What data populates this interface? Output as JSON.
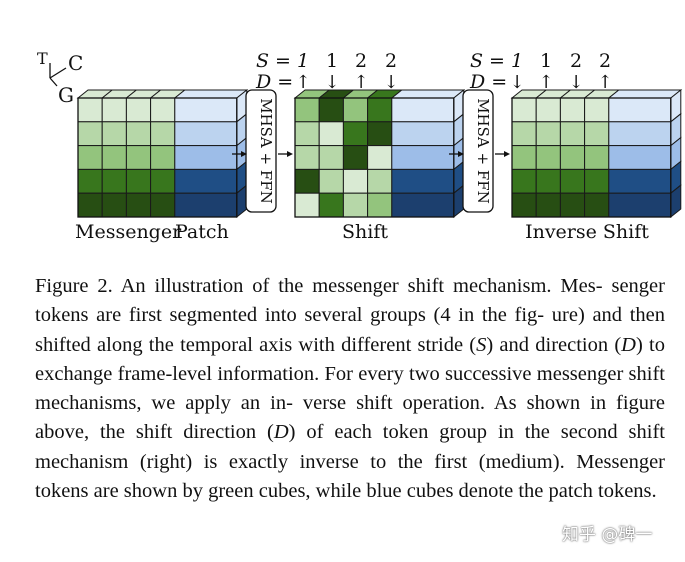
{
  "axes": {
    "t": "T",
    "c": "C",
    "g": "G"
  },
  "shift_row_1": {
    "s_label": "S = 1",
    "s2": "1",
    "s3": "2",
    "s4": "2",
    "d_label": "D =",
    "d1": "↑",
    "d2": "↓",
    "d3": "↑",
    "d4": "↓"
  },
  "shift_row_2": {
    "s_label": "S = 1",
    "s2": "1",
    "s3": "2",
    "s4": "2",
    "d_label": "D =",
    "d1": "↓",
    "d2": "↑",
    "d3": "↓",
    "d4": "↑"
  },
  "blocks": {
    "block1": "MHSA + FFN",
    "block2": "MHSA + FFN"
  },
  "labels": {
    "messenger": "Messenger",
    "patch": "Patch",
    "shift": "Shift",
    "inverse_shift": "Inverse Shift"
  },
  "colors": {
    "green_1": "#d9ead3",
    "green_2": "#b6d7a8",
    "green_3": "#93c47d",
    "green_4": "#38761d",
    "green_5": "#274e13",
    "blue_1": "#dbe8f8",
    "blue_2": "#bcd3ef",
    "blue_3": "#9dbde8",
    "blue_4": "#1f4e85",
    "blue_5": "#1c3f6e"
  },
  "caption": {
    "figure_label": "Figure 2.",
    "line_1": "An illustration of the messenger shift mechanism. Mes-",
    "line_2": "senger tokens are first segmented into several groups (4 in the fig-",
    "line_3": "ure) and then shifted along the temporal axis with different stride",
    "line_4_a": "(",
    "line_4_s": "S",
    "line_4_b": ") and direction (",
    "line_4_d": "D",
    "line_4_c": ") to exchange frame-level information. For",
    "line_5": "every two successive messenger shift mechanisms, we apply an in-",
    "line_6": "verse shift operation. As shown in figure above, the shift direction",
    "line_7_a": "(",
    "line_7_d": "D",
    "line_7_b": ") of each token group in the second shift mechanism (right) is",
    "line_8": "exactly inverse to the first (medium). Messenger tokens are shown",
    "line_9": "by green cubes, while blue cubes denote the patch tokens."
  },
  "watermark": "知乎 @碑一"
}
